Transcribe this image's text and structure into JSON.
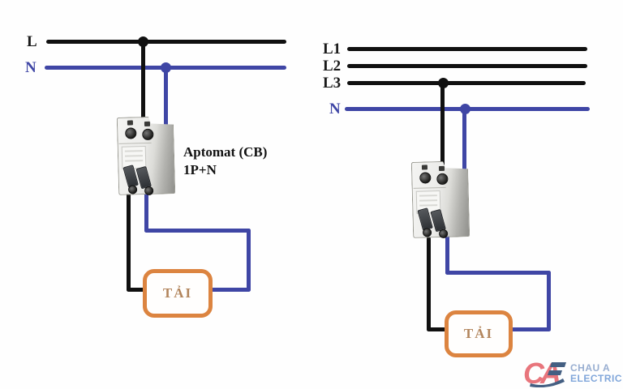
{
  "left_diagram": {
    "l_label": "L",
    "n_label": "N",
    "breaker_caption_line1": "Aptomat (CB)",
    "breaker_caption_line2": "1P+N",
    "load_label": "TẢI"
  },
  "right_diagram": {
    "l1_label": "L1",
    "l2_label": "L2",
    "l3_label": "L3",
    "n_label": "N",
    "load_label": "TẢI"
  },
  "logo": {
    "mark": "CA",
    "company_line1": "CHAU A",
    "company_line2": "ELECTRIC"
  },
  "colors": {
    "wire_black": "#101010",
    "wire_blue": "#3f46a5",
    "label_black": "#1a1a1a",
    "load_border": "#dc8440",
    "load_text": "#b2855c",
    "logo_red": "#e5636b",
    "logo_navy": "#2b4a72",
    "logo_text1": "#8ba4cb",
    "logo_text2": "#6f9bd6"
  }
}
